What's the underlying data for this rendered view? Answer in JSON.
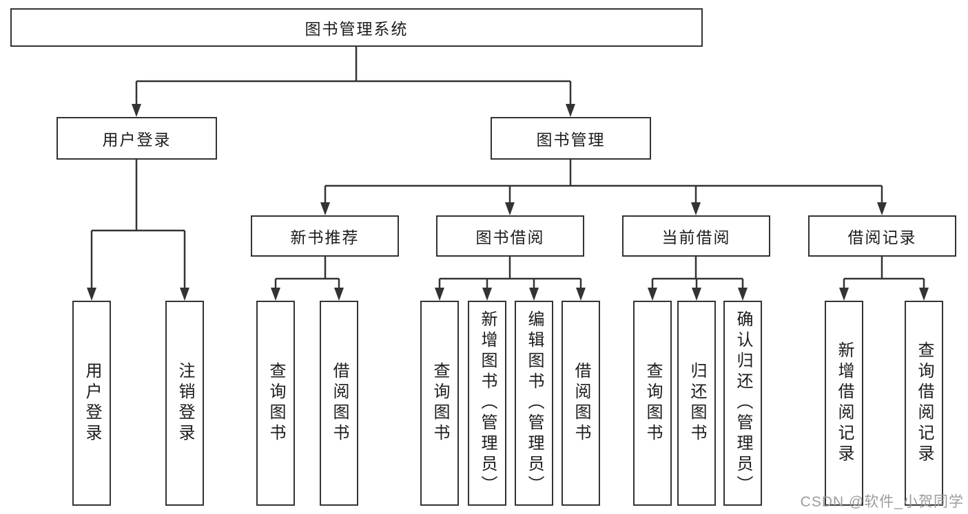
{
  "diagram_title": "图书管理系统",
  "tree": {
    "label": "图书管理系统",
    "children": [
      {
        "label": "用户登录",
        "children": [
          {
            "label": "用户登录"
          },
          {
            "label": "注销登录"
          }
        ]
      },
      {
        "label": "图书管理",
        "children": [
          {
            "label": "新书推荐",
            "children": [
              {
                "label": "查询图书"
              },
              {
                "label": "借阅图书"
              }
            ]
          },
          {
            "label": "图书借阅",
            "children": [
              {
                "label": "查询图书"
              },
              {
                "label": "新增图书（管理员）"
              },
              {
                "label": "编辑图书（管理员）"
              },
              {
                "label": "借阅图书"
              }
            ]
          },
          {
            "label": "当前借阅",
            "children": [
              {
                "label": "查询图书"
              },
              {
                "label": "归还图书"
              },
              {
                "label": "确认归还（管理员）"
              }
            ]
          },
          {
            "label": "借阅记录",
            "children": [
              {
                "label": "新增借阅记录"
              },
              {
                "label": "查询借阅记录"
              }
            ]
          }
        ]
      }
    ]
  },
  "watermark": {
    "text": "CSDN @软件_小贺同学"
  },
  "colors": {
    "line": "#333333",
    "box_border": "#333333",
    "box_fill": "#ffffff",
    "text": "#1c1c1c",
    "watermark": "#9c9c9c",
    "background": "#ffffff"
  }
}
